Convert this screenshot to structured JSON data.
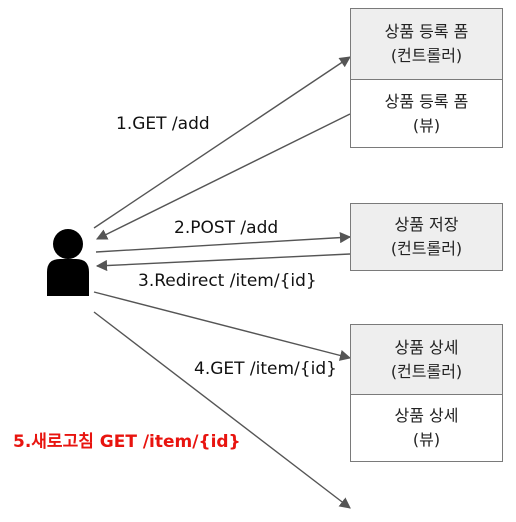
{
  "boxes": {
    "add_controller": {
      "line1": "상품 등록 폼",
      "line2": "(컨트롤러)"
    },
    "add_view": {
      "line1": "상품 등록 폼",
      "line2": "(뷰)"
    },
    "save_controller": {
      "line1": "상품 저장",
      "line2": "(컨트롤러)"
    },
    "detail_controller": {
      "line1": "상품 상세",
      "line2": "(컨트롤러)"
    },
    "detail_view": {
      "line1": "상품 상세",
      "line2": "(뷰)"
    }
  },
  "labels": {
    "step1": "1.GET /add",
    "step2": "2.POST /add",
    "step3": "3.Redirect /item/{id}",
    "step4": "4.GET /item/{id}",
    "step5": "5.새로고침 GET /item/{id}"
  },
  "colors": {
    "arrow": "#555555",
    "highlight": "#e8140f",
    "controller_fill": "#eeeeee"
  },
  "icons": {
    "user": "user-icon"
  }
}
